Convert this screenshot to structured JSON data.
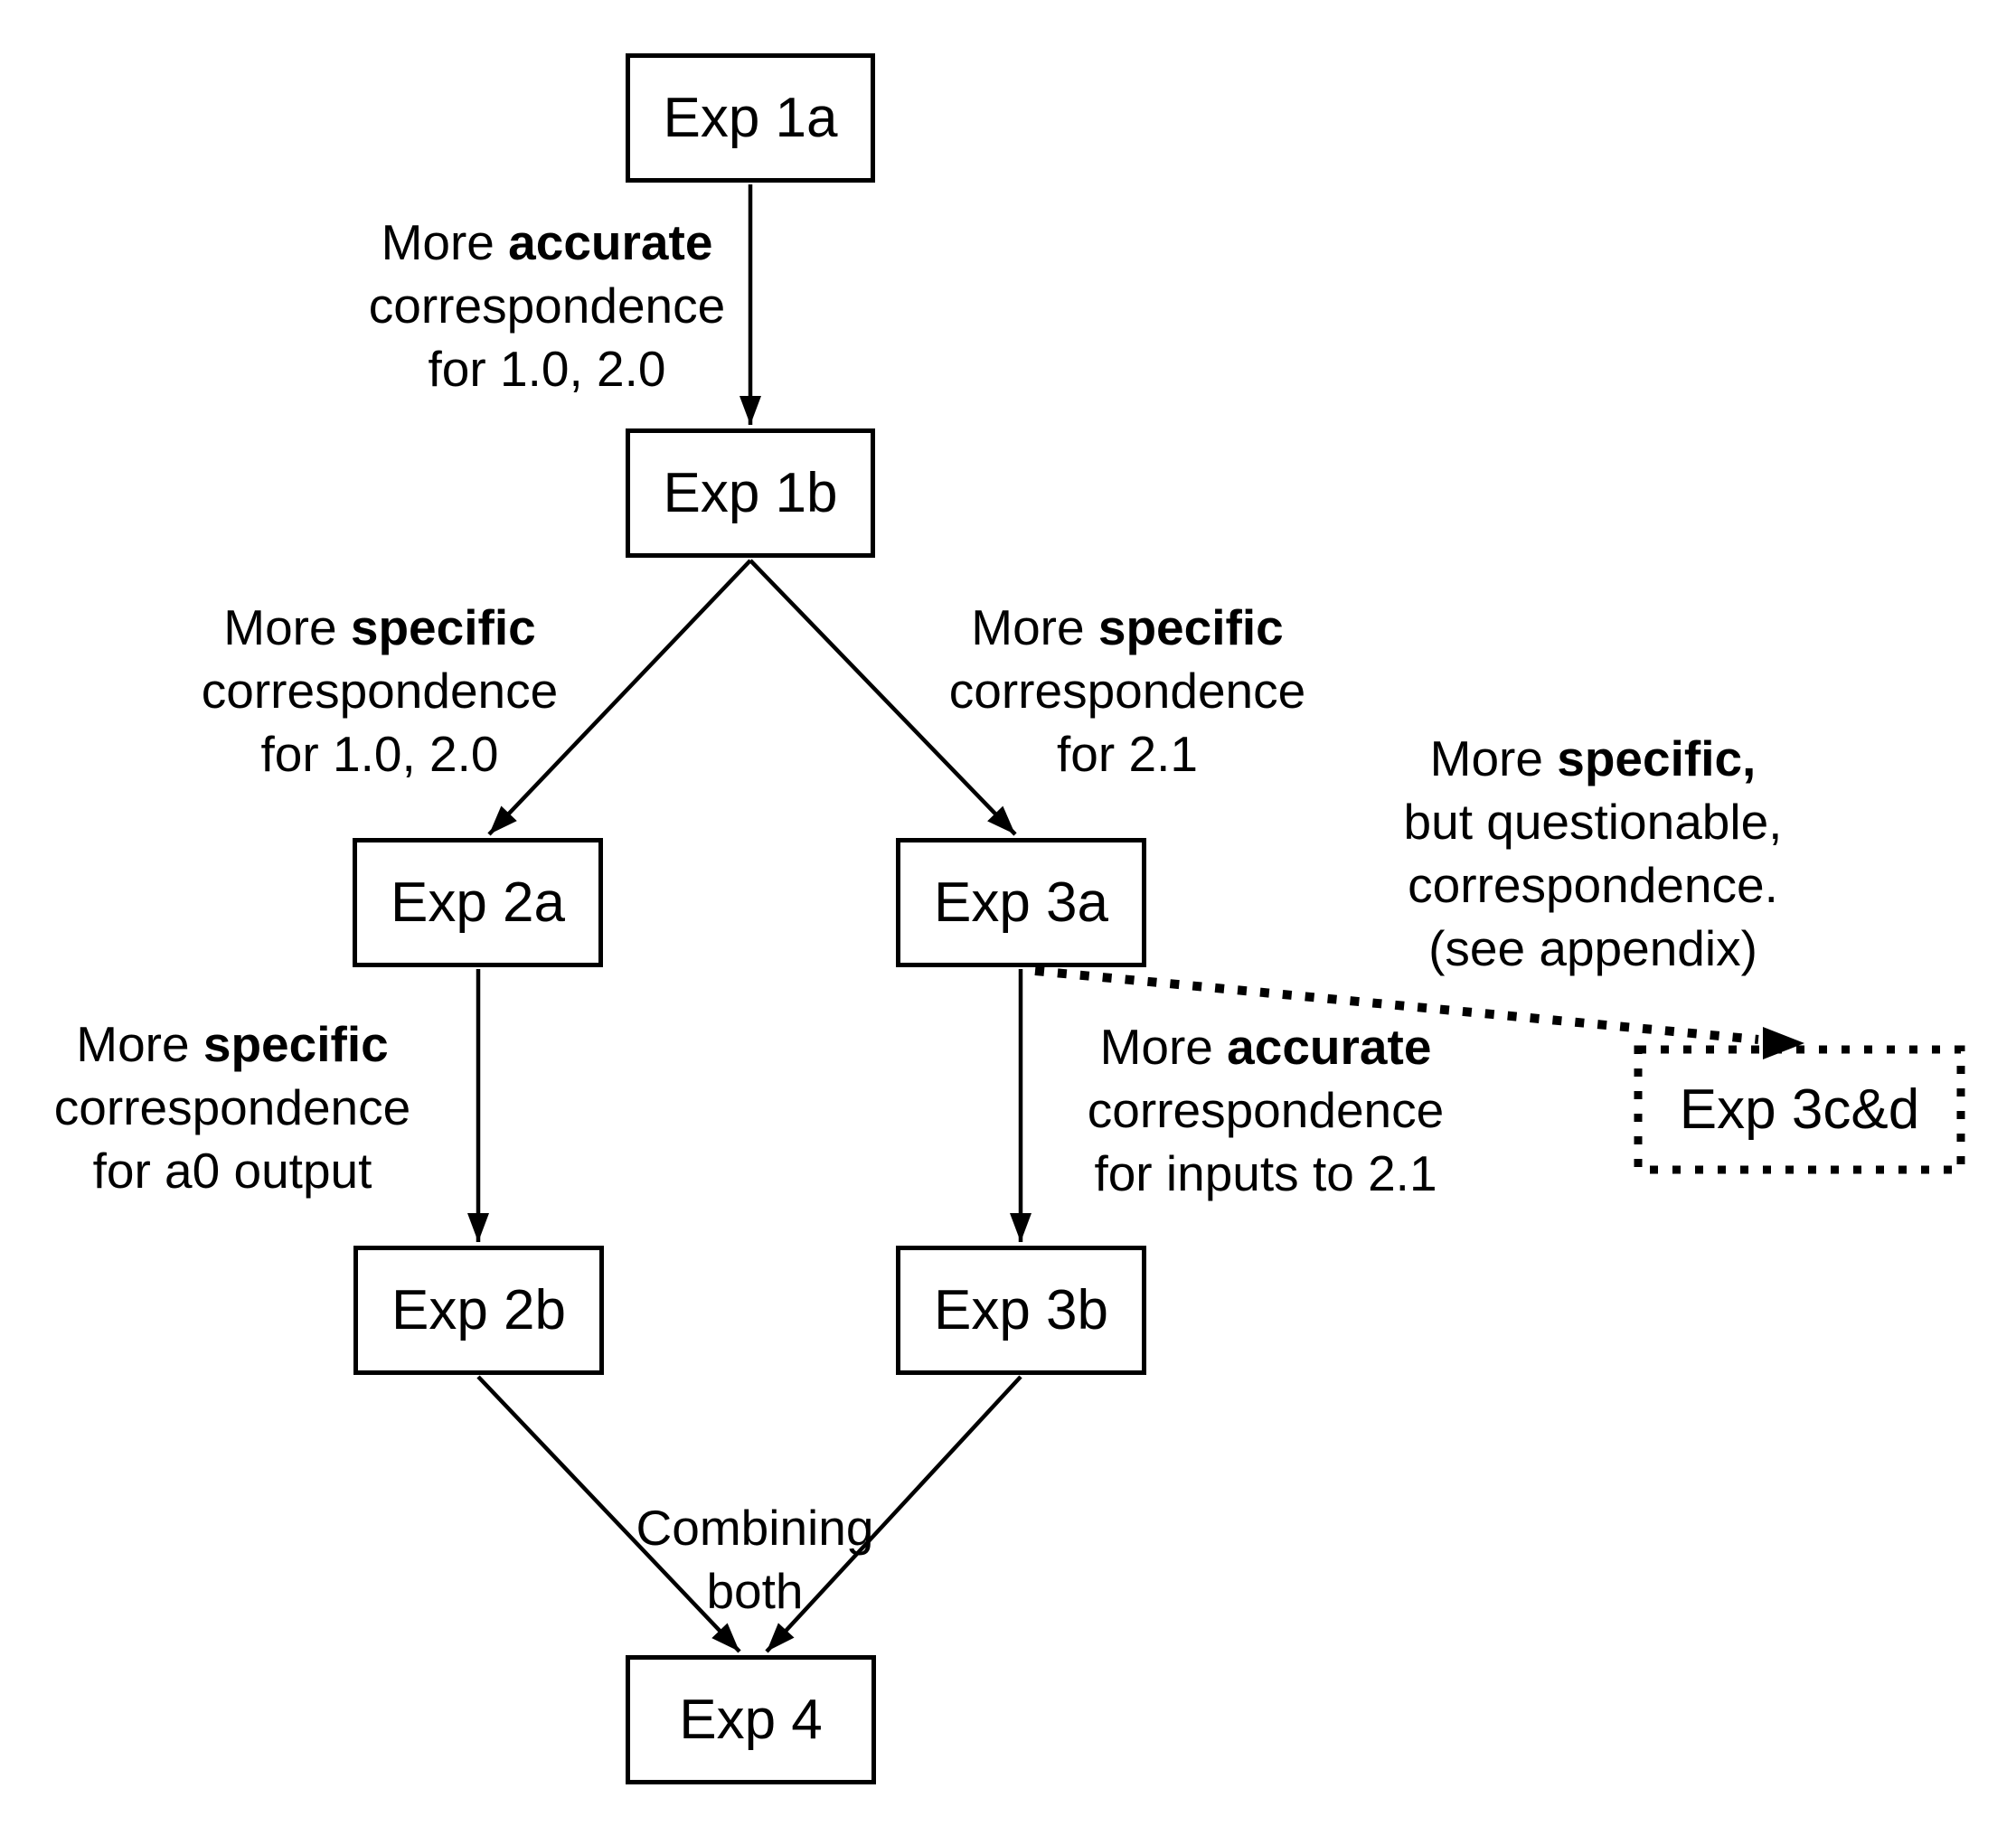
{
  "page": {
    "background_color": "#ffffff",
    "ink_color": "#000000",
    "description_title": ""
  },
  "boxes": {
    "exp1a": {
      "label": "Exp 1a",
      "border": "solid"
    },
    "exp1b": {
      "label": "Exp 1b",
      "border": "solid"
    },
    "exp2a": {
      "label": "Exp 2a",
      "border": "solid"
    },
    "exp3a": {
      "label": "Exp 3a",
      "border": "solid"
    },
    "exp2b": {
      "label": "Exp 2b",
      "border": "solid"
    },
    "exp3b": {
      "label": "Exp 3b",
      "border": "solid"
    },
    "exp4": {
      "label": "Exp 4",
      "border": "solid"
    },
    "exp3cd": {
      "label": "Exp 3c&d",
      "border": "dotted"
    }
  },
  "edge_labels": {
    "accurate_1a_1b": {
      "l1pre": "More ",
      "l1bold": "accurate",
      "l2": "correspondence",
      "l3": "for 1.0, 2.0"
    },
    "specific_1b_2a": {
      "l1pre": "More ",
      "l1bold": "specific",
      "l2": "correspondence",
      "l3": "for 1.0, 2.0"
    },
    "specific_1b_3a": {
      "l1pre": "More ",
      "l1bold": "specific",
      "l2": "correspondence",
      "l3": "for 2.1"
    },
    "specific_3a_3cd": {
      "l1pre": "More ",
      "l1bold": "specific,",
      "l2": "but questionable,",
      "l3": "correspondence.",
      "l4": "(see appendix)"
    },
    "specific_2a_2b": {
      "l1pre": "More ",
      "l1bold": "specific",
      "l2": "correspondence",
      "l3": "for a0 output"
    },
    "accurate_3a_3b": {
      "l1pre": "More ",
      "l1bold": "accurate",
      "l2": "correspondence",
      "l3": "for inputs to 2.1"
    },
    "combining_to_4": {
      "l1": "Combining",
      "l2": "both"
    }
  },
  "edges": [
    {
      "from": "exp1a",
      "to": "exp1b",
      "style": "solid"
    },
    {
      "from": "exp1b",
      "to": "exp2a",
      "style": "solid"
    },
    {
      "from": "exp1b",
      "to": "exp3a",
      "style": "solid"
    },
    {
      "from": "exp2a",
      "to": "exp2b",
      "style": "solid"
    },
    {
      "from": "exp3a",
      "to": "exp3b",
      "style": "solid"
    },
    {
      "from": "exp2b",
      "to": "exp4",
      "style": "solid"
    },
    {
      "from": "exp3b",
      "to": "exp4",
      "style": "solid"
    },
    {
      "from": "exp3a",
      "to": "exp3cd",
      "style": "dotted"
    }
  ]
}
